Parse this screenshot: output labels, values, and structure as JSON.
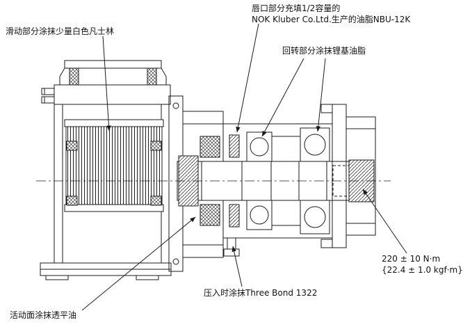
{
  "page": {
    "background": "#ffffff",
    "line_color": "#1a1a1a",
    "text_color": "#111111"
  },
  "annotations": {
    "vaseline": "滑动部分涂抹少量白色凡士林",
    "lip_grease_line1": "唇口部分充填1/2容量的",
    "lip_grease_line2": "NOK Kluber Co.Ltd.生产的油脂NBU-12K",
    "lithium_grease": "回转部分涂抹锂基油脂",
    "torque_value": "220 ± 10 N·m",
    "torque_alt": "{22.4 ± 1.0 kgf·m}",
    "press_fit": "压入时涂抹Three Bond 1322",
    "turbine_oil": "活动面涂抹透平油"
  }
}
